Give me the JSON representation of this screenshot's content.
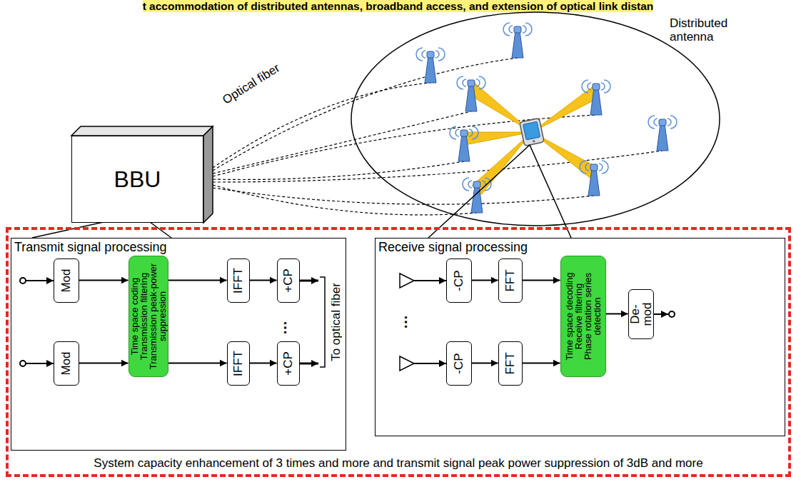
{
  "diagram": {
    "title": "t accommodation of distributed antennas, broadband access, and extension of optical link distan",
    "nodes": [
      {
        "text": [
          "BBU"
        ]
      },
      {
        "text": [
          "Distributed antenna"
        ]
      },
      {
        "text": [
          "System capacity enhancement of 3 times and more and transmit signal peak power suppression of 3dB and more"
        ]
      },
      {
        "text": [
          "Transmit signal processing"
        ],
        "in": 2
      },
      {
        "text": [
          "Mod"
        ],
        "in": 3
      },
      {
        "text": [
          "Mod"
        ],
        "in": 3
      },
      {
        "text": [
          "Time space coding",
          "Transmission filtering",
          "Transmission peak-power suppression"
        ],
        "in": 3
      },
      {
        "text": [
          "IFFT"
        ],
        "in": 3
      },
      {
        "text": [
          "+CP"
        ],
        "in": 3
      },
      {
        "text": [
          "IFFT"
        ],
        "in": 3
      },
      {
        "text": [
          "+CP"
        ],
        "in": 3
      },
      {
        "text": [
          "Receive signal processing"
        ],
        "in": 2
      },
      {
        "text": [
          "-CP"
        ],
        "in": 11
      },
      {
        "text": [
          "FFT"
        ],
        "in": 11
      },
      {
        "text": [
          "-CP"
        ],
        "in": 11
      },
      {
        "text": [
          "FFT"
        ],
        "in": 11
      },
      {
        "text": [
          "Time space decoding",
          "Receive filtering",
          "Phase rotation series detection"
        ],
        "in": 11
      },
      {
        "text": [
          "De-mod"
        ],
        "in": 11
      }
    ],
    "edges": [
      {
        "from": 4,
        "to": 6,
        "arrow": "to"
      },
      {
        "from": 5,
        "to": 6,
        "arrow": "to"
      },
      {
        "from": 6,
        "to": 7,
        "arrow": "to"
      },
      {
        "from": 7,
        "to": 8,
        "arrow": "to"
      },
      {
        "from": 6,
        "to": 9,
        "arrow": "to"
      },
      {
        "from": 9,
        "to": 10,
        "arrow": "to"
      },
      {
        "from": 12,
        "to": 13,
        "arrow": "to"
      },
      {
        "from": 14,
        "to": 15,
        "arrow": "to"
      },
      {
        "from": 13,
        "to": 16,
        "arrow": "to"
      },
      {
        "from": 15,
        "to": 16,
        "arrow": "to"
      },
      {
        "from": 16,
        "to": 17,
        "arrow": "to"
      }
    ],
    "labels": [
      "Optical fiber",
      "…",
      "To optical fiber",
      "…"
    ]
  }
}
